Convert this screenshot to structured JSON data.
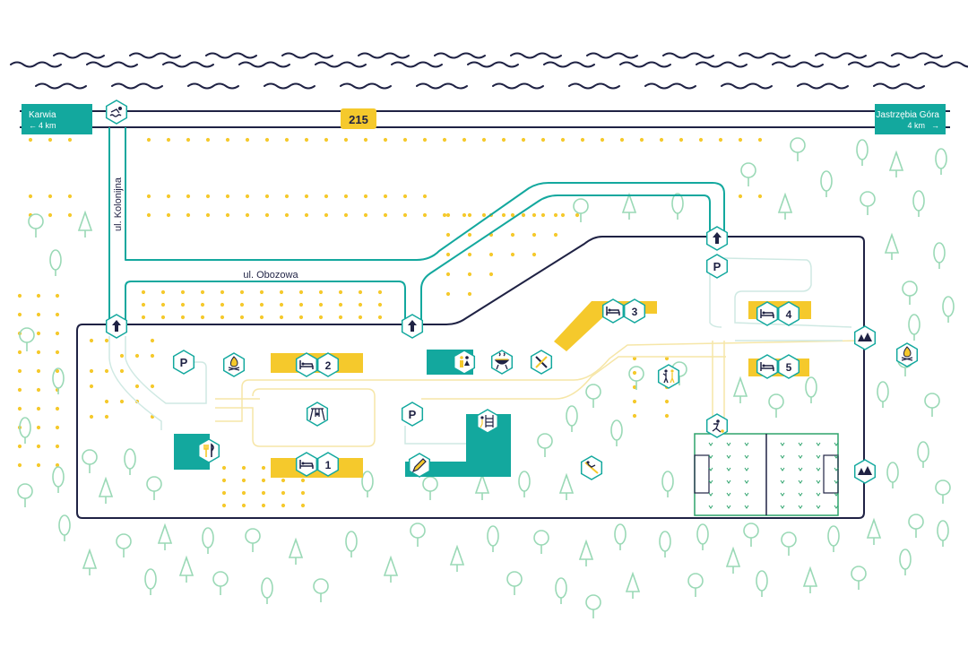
{
  "road": {
    "number": "215",
    "west_sign": {
      "town": "Karwia",
      "distance": "4 km"
    },
    "east_sign": {
      "town": "Jastrzębia Góra",
      "distance": "4 km"
    }
  },
  "streets": {
    "kolonijna": "ul. Kolonijna",
    "obozowa": "ul. Obozowa"
  },
  "buildings": {
    "b1": "1",
    "b2": "2",
    "b3": "3",
    "b4": "4",
    "b5": "5"
  },
  "parking": {
    "label": "P"
  },
  "icons": {
    "beach": "swimmer-icon",
    "entrance": "arrow-up-icon",
    "campfire": "campfire-icon",
    "bed": "bed-icon",
    "playground": "swing-icon",
    "toilets": "toilets-icon",
    "grill": "grill-icon",
    "tools": "tools-icon",
    "restaurant": "cutlery-icon",
    "climbing": "climbing-wall-icon",
    "art": "pencil-icon",
    "football": "football-icon",
    "slide": "slide-icon",
    "dance": "dance-icon",
    "tents": "tents-icon"
  },
  "colors": {
    "teal": "#13a89e",
    "yellow": "#f5c92c",
    "navy": "#1f2244",
    "tree": "#9ad9b6",
    "path": "#cfe9e3",
    "field": "#2ea36c"
  }
}
